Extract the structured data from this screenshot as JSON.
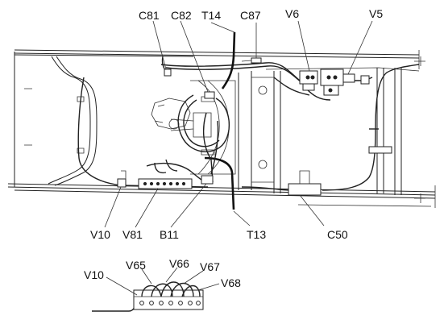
{
  "labels": {
    "C81": "C81",
    "C82": "C82",
    "T14": "T14",
    "C87": "C87",
    "V6": "V6",
    "V5": "V5",
    "V10": "V10",
    "V81": "V81",
    "B11": "B11",
    "T13": "T13",
    "C50": "C50"
  },
  "detail_labels": {
    "V10": "V10",
    "V65": "V65",
    "V66": "V66",
    "V67": "V67",
    "V68": "V68"
  }
}
